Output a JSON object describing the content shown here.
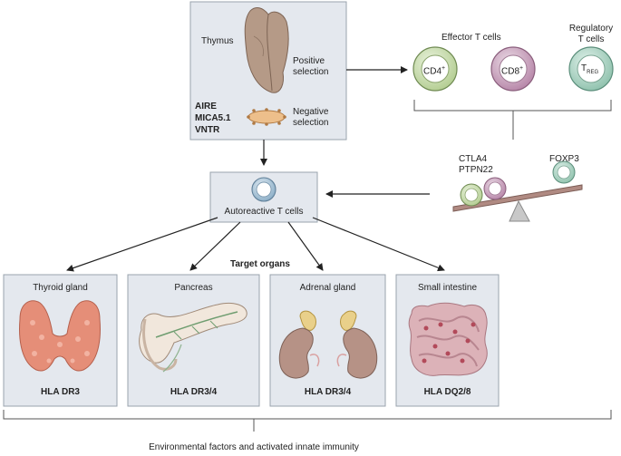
{
  "thymus": {
    "label": "Thymus",
    "positive_selection": [
      "Positive",
      "selection"
    ],
    "negative_selection": [
      "Negative",
      "selection"
    ],
    "genes": [
      "AIRE",
      "MICA5.1",
      "VNTR"
    ]
  },
  "effector": {
    "title": "Effector T cells",
    "cd4": "CD4",
    "cd4_sup": "+",
    "cd8": "CD8",
    "cd8_sup": "+"
  },
  "regulatory": {
    "title": [
      "Regulatory",
      "T cells"
    ],
    "treg": "T",
    "treg_sub": "REG"
  },
  "balance": {
    "left_genes": [
      "CTLA4",
      "PTPN22"
    ],
    "right_gene": "FOXP3"
  },
  "autoreactive": {
    "label": "Autoreactive T cells"
  },
  "target_organs_label": "Target organs",
  "organs": [
    {
      "name": "Thyroid gland",
      "hla": "HLA DR3"
    },
    {
      "name": "Pancreas",
      "hla": "HLA DR3/4"
    },
    {
      "name": "Adrenal gland",
      "hla": "HLA DR3/4"
    },
    {
      "name": "Small intestine",
      "hla": "HLA DQ2/8"
    }
  ],
  "footer": "Environmental factors and activated innate immunity",
  "colors": {
    "box_fill": "#e4e8ee",
    "box_border": "#9aa3ad",
    "cd4_fill": "#c6dca8",
    "cd8_fill": "#c9a3bf",
    "treg_fill": "#a9d3c3",
    "autoreactive_fill": "#a8c4d8",
    "thymus_fill": "#b59a87",
    "thyroid_fill": "#e58e78",
    "adrenal_fill": "#e9d08a",
    "kidney_fill": "#b69286",
    "intestine_fill": "#dcb2b8",
    "seesaw_fill": "#b08a82"
  }
}
